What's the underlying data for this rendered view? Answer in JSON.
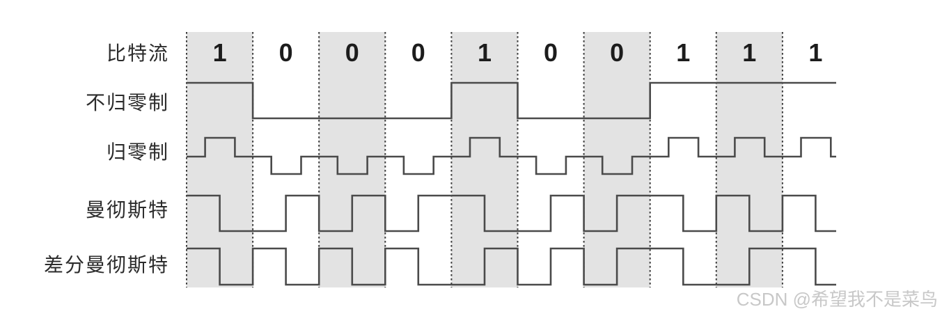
{
  "diagram": {
    "bits": [
      "1",
      "0",
      "0",
      "0",
      "1",
      "0",
      "0",
      "1",
      "1",
      "1"
    ],
    "shaded_cells": [
      0,
      2,
      4,
      6,
      8
    ],
    "rows": [
      {
        "id": "bitstream",
        "label": "比特流",
        "type": "bits"
      },
      {
        "id": "nrz",
        "label": "不归零制",
        "type": "level",
        "levels": [
          1,
          0,
          0,
          0,
          1,
          0,
          0,
          1,
          1,
          1
        ]
      },
      {
        "id": "rz",
        "label": "归零制",
        "type": "rz",
        "pulses": [
          1,
          0,
          0,
          0,
          1,
          0,
          0,
          1,
          1,
          1
        ]
      },
      {
        "id": "manchester",
        "label": "曼彻斯特",
        "type": "halves",
        "halves": [
          [
            1,
            0
          ],
          [
            0,
            1
          ],
          [
            0,
            1
          ],
          [
            0,
            1
          ],
          [
            1,
            0
          ],
          [
            0,
            1
          ],
          [
            0,
            1
          ],
          [
            1,
            0
          ],
          [
            1,
            0
          ],
          [
            1,
            0
          ]
        ]
      },
      {
        "id": "diff_manchester",
        "label": "差分曼彻斯特",
        "type": "halves",
        "halves": [
          [
            1,
            0
          ],
          [
            1,
            0
          ],
          [
            1,
            0
          ],
          [
            1,
            0
          ],
          [
            0,
            1
          ],
          [
            0,
            1
          ],
          [
            0,
            1
          ],
          [
            1,
            0
          ],
          [
            0,
            1
          ],
          [
            1,
            0
          ]
        ]
      }
    ],
    "colors": {
      "background": "#ffffff",
      "shade": "#e3e3e3",
      "line": "#4a4a4a",
      "dash": "#3d3d3d",
      "bit_text": "#1c1c1c",
      "label_text": "#2b2b2b",
      "watermark": "#c8c8c8"
    }
  },
  "watermark": {
    "text": "CSDN @希望我不是菜鸟"
  }
}
